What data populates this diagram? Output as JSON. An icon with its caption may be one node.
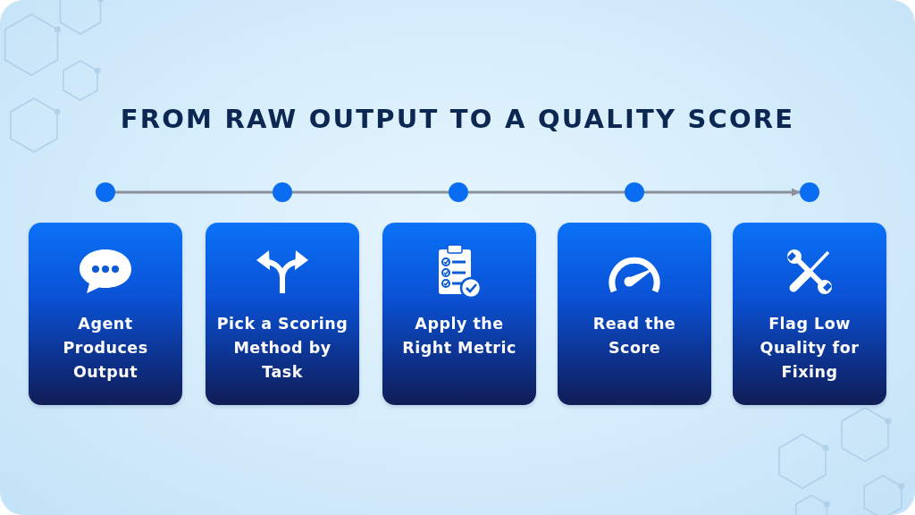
{
  "diagram": {
    "title": "FROM RAW OUTPUT TO A QUALITY SCORE",
    "nodes": [
      {
        "text": [],
        "shape": "circle"
      },
      {
        "text": [],
        "shape": "circle"
      },
      {
        "text": [],
        "shape": "circle"
      },
      {
        "text": [],
        "shape": "circle"
      },
      {
        "text": [],
        "shape": "circle"
      },
      {
        "text": [
          "Agent Produces Output"
        ]
      },
      {
        "text": [
          "Pick a Scoring Method by Task"
        ]
      },
      {
        "text": [
          "Apply the Right Metric"
        ]
      },
      {
        "text": [
          "Read the Score"
        ]
      },
      {
        "text": [
          "Flag Low Quality for Fixing"
        ]
      }
    ],
    "edges": [
      {
        "from": 0,
        "to": 1,
        "arrow": "none"
      },
      {
        "from": 1,
        "to": 2,
        "arrow": "none"
      },
      {
        "from": 2,
        "to": 3,
        "arrow": "none"
      },
      {
        "from": 3,
        "to": 4,
        "arrow": "to"
      }
    ]
  }
}
